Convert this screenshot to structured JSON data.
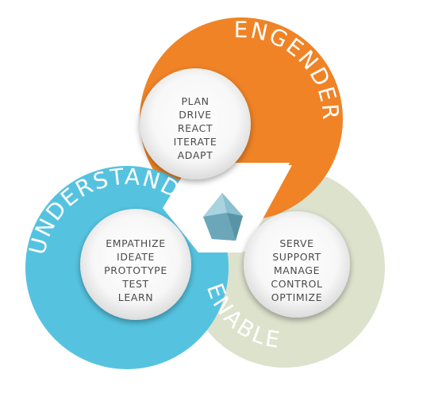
{
  "rings": {
    "engender": {
      "label": "ENGENDER",
      "color": "#F08326",
      "items": [
        "PLAN",
        "DRIVE",
        "REACT",
        "ITERATE",
        "ADAPT"
      ]
    },
    "understand": {
      "label": "UNDERSTAND",
      "color": "#55C3E0",
      "items": [
        "EMPATHIZE",
        "IDEATE",
        "PROTOTYPE",
        "TEST",
        "LEARN"
      ]
    },
    "enable": {
      "label": "ENABLE",
      "color": "#DDE2CD",
      "items": [
        "SERVE",
        "SUPPORT",
        "MANAGE",
        "CONTROL",
        "OPTIMIZE"
      ]
    }
  },
  "center_icon": "crystal-icon"
}
